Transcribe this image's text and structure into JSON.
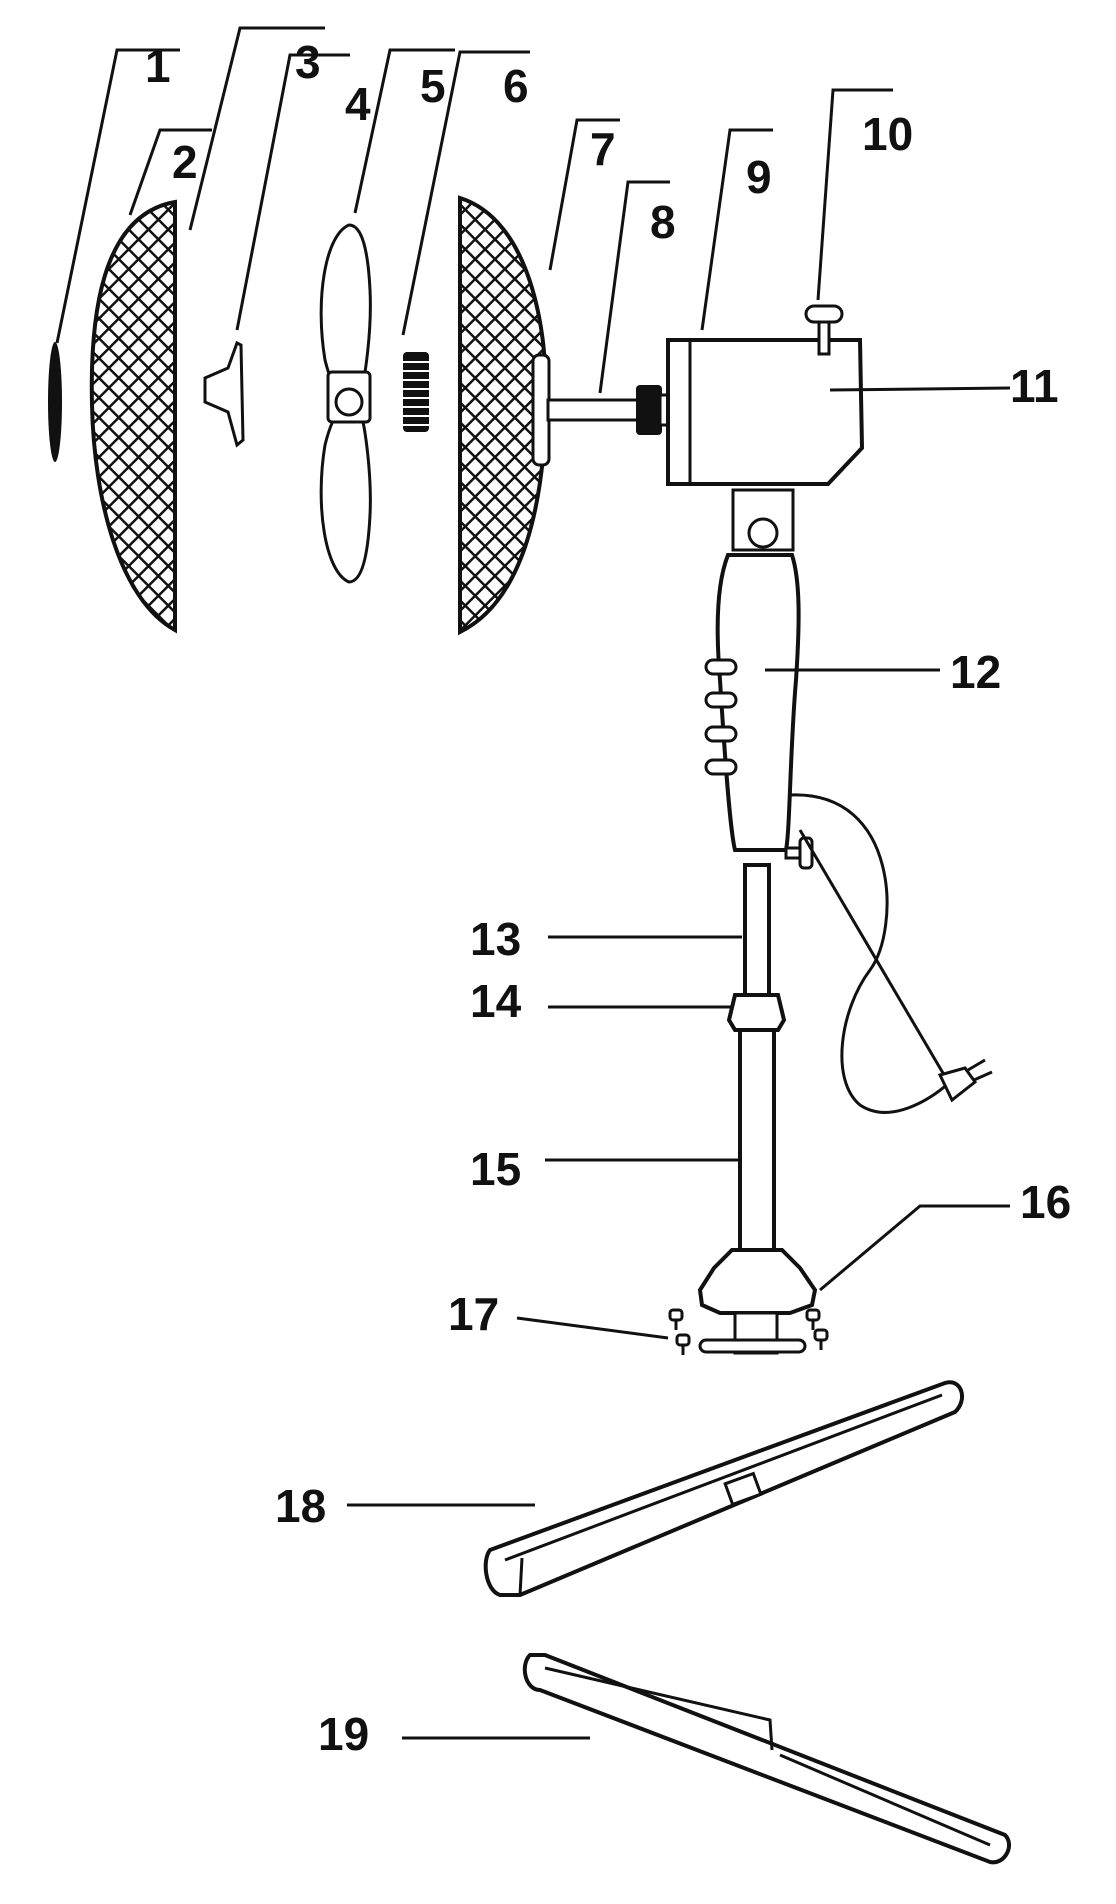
{
  "labels": [
    "1",
    "2",
    "3",
    "4",
    "5",
    "6",
    "7",
    "8",
    "9",
    "10",
    "11",
    "12",
    "13",
    "14",
    "15",
    "16",
    "17",
    "18",
    "19"
  ],
  "colors": {
    "ink": "#111111",
    "background": "#ffffff"
  }
}
